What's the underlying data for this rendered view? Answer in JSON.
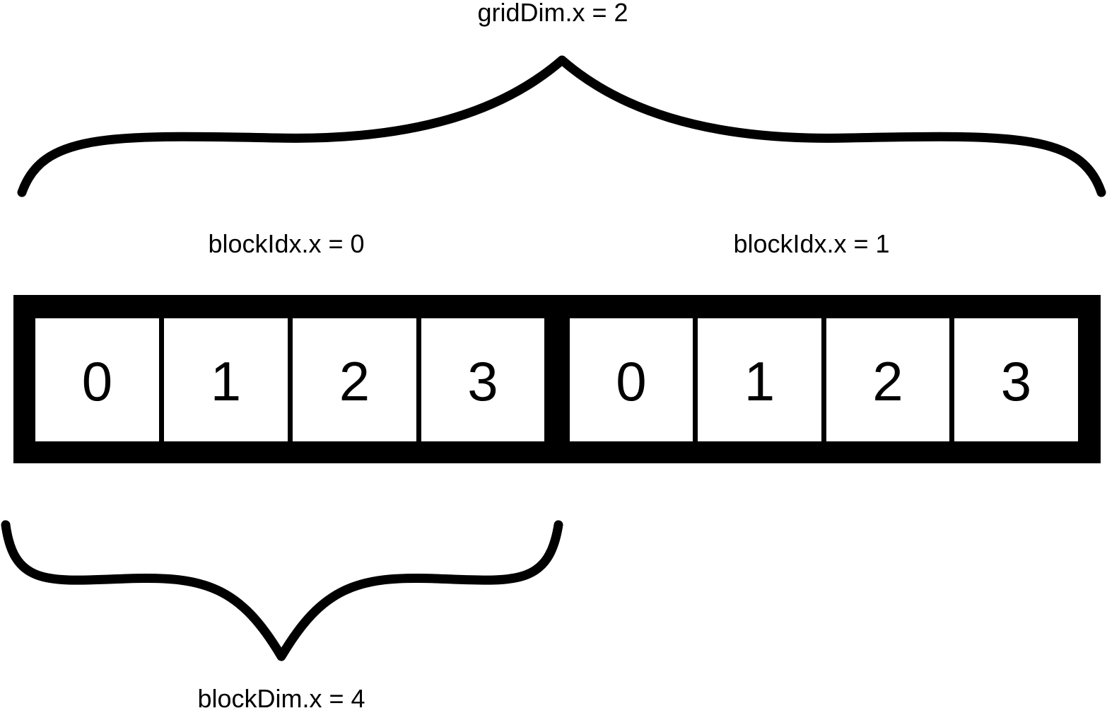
{
  "grid": {
    "dim_label": "gridDim.x = 2",
    "block_dim_label": "blockDim.x = 4",
    "blocks": [
      {
        "label": "blockIdx.x = 0",
        "threads": [
          "0",
          "1",
          "2",
          "3"
        ]
      },
      {
        "label": "blockIdx.x = 1",
        "threads": [
          "0",
          "1",
          "2",
          "3"
        ]
      }
    ]
  },
  "colors": {
    "stroke": "#000000",
    "background": "#ffffff"
  }
}
